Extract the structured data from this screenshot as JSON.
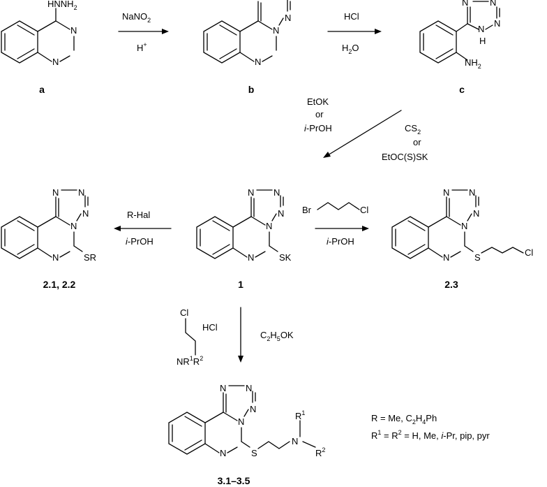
{
  "compounds": {
    "a": {
      "label": "a",
      "subst": "HNNH₂"
    },
    "b": {
      "label": "b"
    },
    "c": {
      "label": "c"
    },
    "k1": {
      "label": "1"
    },
    "k21": {
      "label": "2.1, 2.2"
    },
    "k23": {
      "label": "2.3"
    },
    "k31": {
      "label": "3.1–3.5"
    }
  },
  "atoms": {
    "N": "N",
    "S": "S",
    "K": "K",
    "H": "H",
    "Cl": "Cl",
    "Br": "Br",
    "R": "R"
  },
  "arrows": {
    "a_b": {
      "top": "NaNO",
      "top_sub": "2",
      "bottom": "H",
      "bottom_sup": "+"
    },
    "b_c": {
      "top": "HCl",
      "bottom": "H",
      "bottom_sub": "2",
      "bottom_tail": "O"
    },
    "c_1": {
      "left": [
        "EtOK",
        "or",
        "-PrOH"
      ],
      "left_italic_prefix": "i",
      "right_1": "CS",
      "right_1_sub": "2",
      "right_2": "or",
      "right_3": "EtOC(S)SK"
    },
    "k1_21": {
      "top": "R-Hal",
      "bottom": "-PrOH",
      "bottom_italic": "i"
    },
    "k1_23": {
      "bottom": "-PrOH",
      "bottom_italic": "i"
    },
    "k1_3": {
      "right": "C",
      "right_sub1": "2",
      "right_mid": "H",
      "right_sub2": "5",
      "right_tail": "OK",
      "left_reagent": "HCl"
    }
  },
  "legend": {
    "line1_prefix": "R = Me, C",
    "line1_s1": "2",
    "line1_mid": "H",
    "line1_s2": "4",
    "line1_tail": "Ph",
    "line2_a": "R",
    "line2_s1": "1",
    "line2_b": " = R",
    "line2_s2": "2",
    "line2_c": " = H, Me, ",
    "line2_i": "i",
    "line2_d": "-Pr, pip, pyr"
  }
}
